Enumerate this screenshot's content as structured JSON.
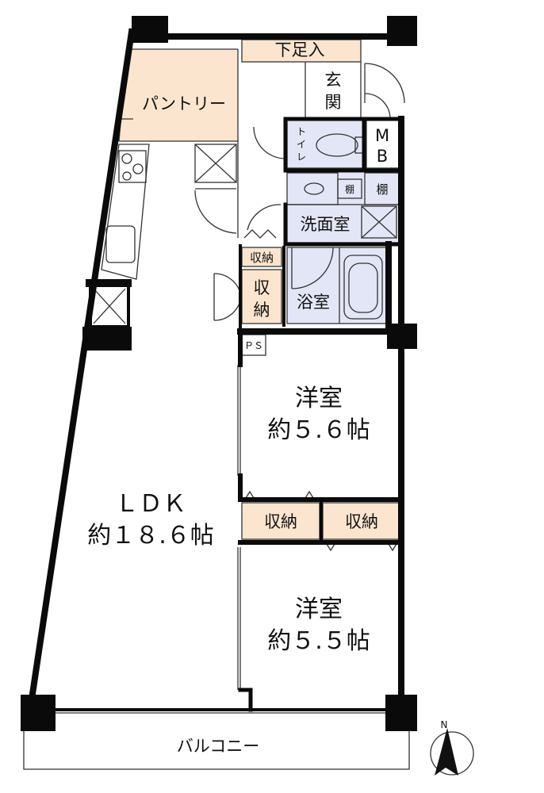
{
  "rooms": {
    "ldk": {
      "name": "ＬＤＫ",
      "area": "約１８.６帖"
    },
    "western1": {
      "name": "洋室",
      "area": "約５.６帖"
    },
    "western2": {
      "name": "洋室",
      "area": "約５.５帖"
    },
    "pantry": "パントリー",
    "entrance_step": "下足入",
    "entrance": [
      "玄",
      "関"
    ],
    "toilet": [
      "ト",
      "イ",
      "レ"
    ],
    "mb": [
      "M",
      "B"
    ],
    "shelf_small": "棚",
    "shelf": "棚",
    "washroom": "洗面室",
    "bathroom": "浴室",
    "storage_small": "収納",
    "storage_tall": [
      "収",
      "納"
    ],
    "ps": "ＰＳ",
    "storage_left": "収納",
    "storage_right": "収納",
    "balcony": "バルコニー"
  },
  "compass": {
    "label": "N"
  },
  "colors": {
    "wall": "#0a0a0a",
    "wood": "#fbe5cf",
    "water": "#e3e6f6",
    "grey": "#e9e9e9",
    "line": "#333333"
  }
}
